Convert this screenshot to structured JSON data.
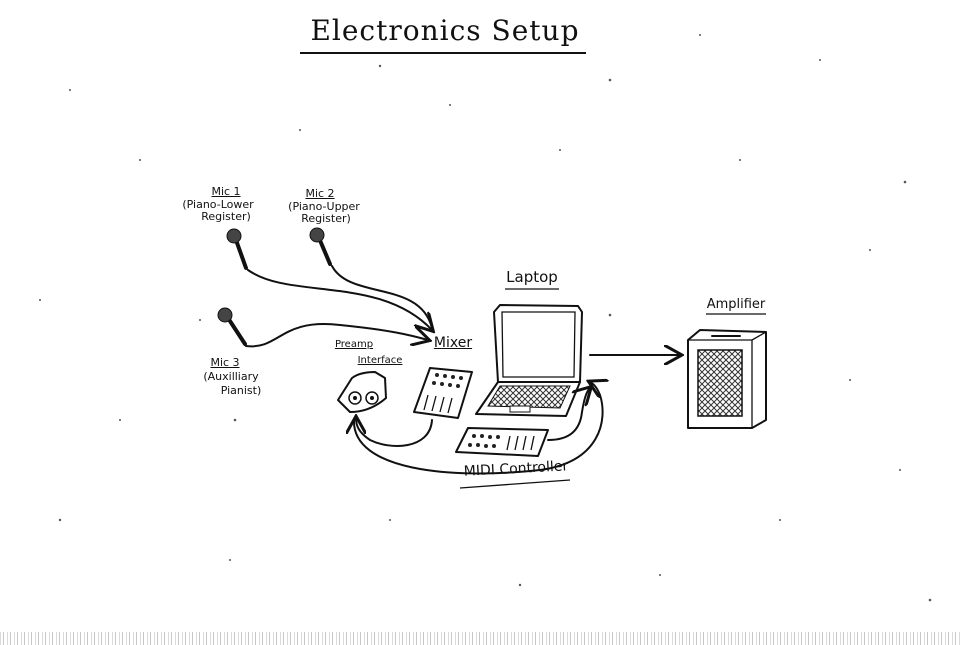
{
  "title": "Electronics Setup",
  "labels": {
    "mic1": {
      "name": "Mic 1",
      "line1": "(Piano-Lower",
      "line2": "Register)"
    },
    "mic2": {
      "name": "Mic 2",
      "line1": "(Piano-Upper",
      "line2": "Register)"
    },
    "mic3": {
      "name": "Mic 3",
      "line1": "(Auxilliary",
      "line2": "Pianist)"
    },
    "preamp": {
      "line1": "Preamp",
      "line2": "Interface"
    },
    "mixer": "Mixer",
    "laptop": "Laptop",
    "amplifier": "Amplifier",
    "midi": "MIDI Controller"
  },
  "connections": [
    {
      "from": "Mic 1",
      "to": "Mixer"
    },
    {
      "from": "Mic 2",
      "to": "Mixer"
    },
    {
      "from": "Mic 3",
      "to": "Mixer"
    },
    {
      "from": "Mixer",
      "to": "Preamp Interface"
    },
    {
      "from": "Preamp Interface",
      "to": "Laptop"
    },
    {
      "from": "MIDI Controller",
      "to": "Laptop"
    },
    {
      "from": "Laptop",
      "to": "Amplifier"
    }
  ]
}
